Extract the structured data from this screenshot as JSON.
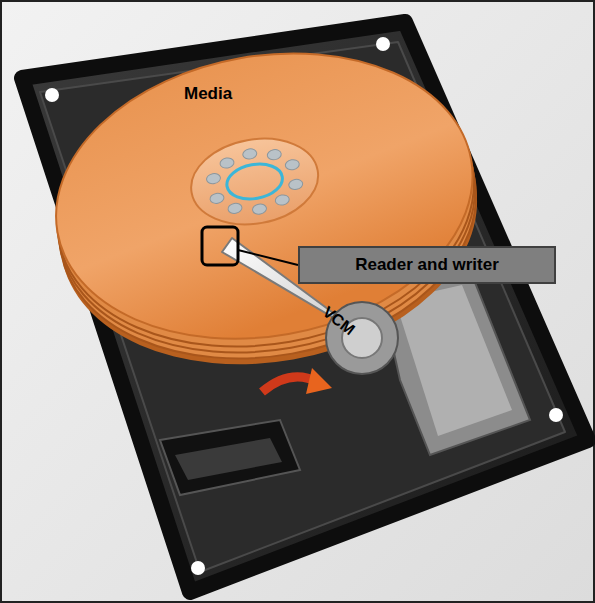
{
  "diagram": {
    "nodes": [
      {
        "text": [
          "Reader and writer"
        ]
      }
    ],
    "labels": [
      "Media",
      "VCM"
    ]
  }
}
